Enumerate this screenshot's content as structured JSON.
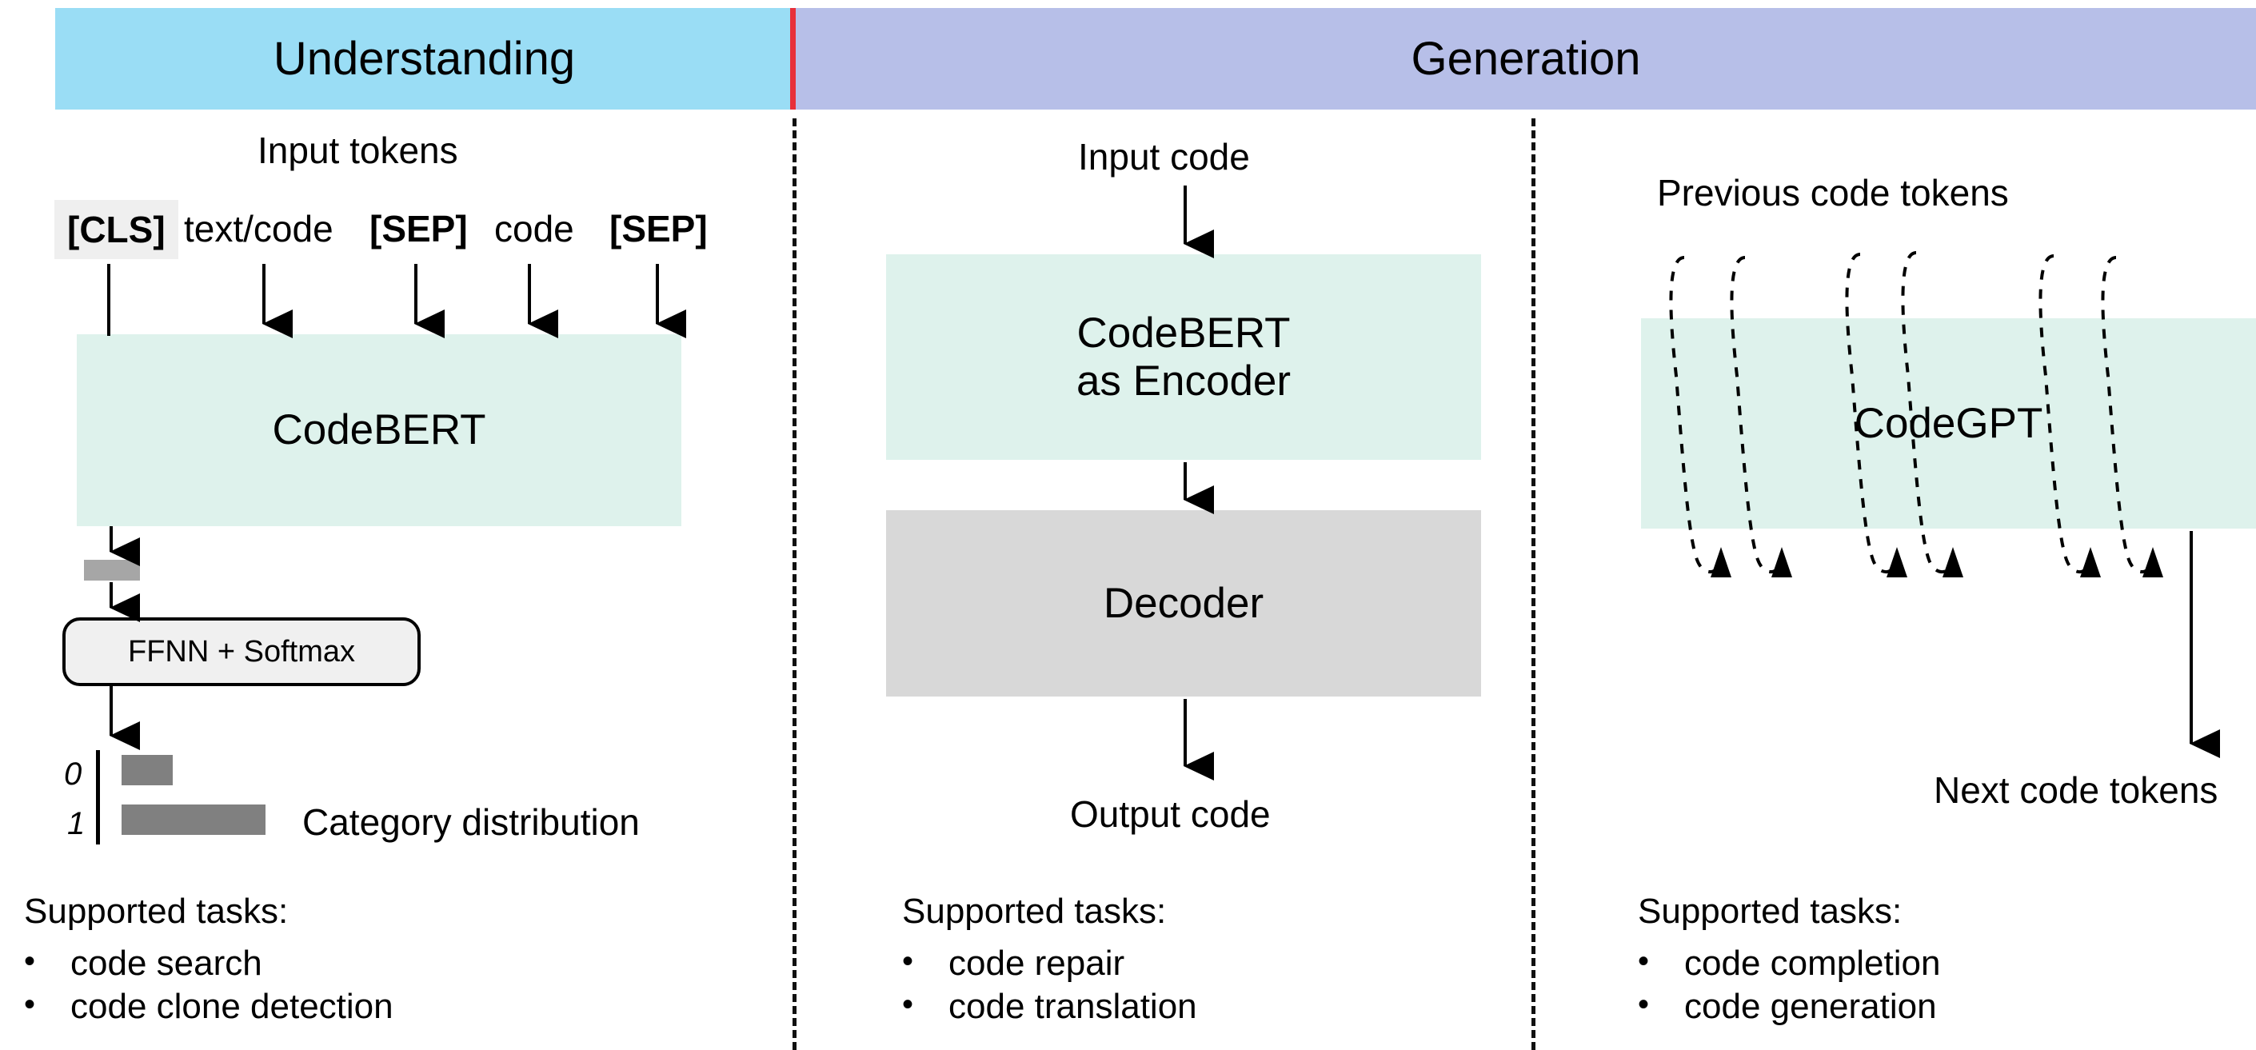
{
  "header": {
    "left_title": "Understanding",
    "right_title": "Generation",
    "left_bg": "#9addf5",
    "right_bg": "#b7bfe8",
    "divider_color": "#e8303a"
  },
  "colors": {
    "mint_box": "#def2ec",
    "gray_box": "#d8d8d8",
    "bar_gray": "#808080",
    "chip_gray": "#efefef",
    "vector_gray": "#a6a6a6"
  },
  "understanding": {
    "input_label": "Input tokens",
    "tokens": [
      {
        "text": "[CLS]",
        "bold": true,
        "chip": true
      },
      {
        "text": "text/code",
        "bold": false,
        "chip": false
      },
      {
        "text": "[SEP]",
        "bold": true,
        "chip": false
      },
      {
        "text": "code",
        "bold": false,
        "chip": false
      },
      {
        "text": "[SEP]",
        "bold": true,
        "chip": false
      }
    ],
    "model_box": "CodeBERT",
    "head_box": "FFNN + Softmax",
    "chart_caption": "Category distribution",
    "tasks": {
      "heading": "Supported tasks:",
      "bullet": "•",
      "items": [
        "code search",
        "code clone detection"
      ]
    }
  },
  "generation_seq2seq": {
    "input_label": "Input code",
    "encoder_box": "CodeBERT\nas Encoder",
    "decoder_box": "Decoder",
    "output_label": "Output code",
    "tasks": {
      "heading": "Supported tasks:",
      "bullet": "•",
      "items": [
        "code repair",
        "code translation"
      ]
    }
  },
  "generation_autoregressive": {
    "input_label": "Previous code tokens",
    "model_box": "CodeGPT",
    "output_label": "Next code tokens",
    "tasks": {
      "heading": "Supported tasks:",
      "bullet": "•",
      "items": [
        "code completion",
        "code generation"
      ]
    }
  },
  "chart_data": {
    "type": "bar",
    "orientation": "horizontal",
    "title": "Category distribution",
    "categories": [
      "0",
      "1"
    ],
    "values": [
      0.22,
      0.62
    ],
    "xlabel": "",
    "ylabel": "",
    "xlim": [
      0,
      1
    ],
    "grid": false,
    "legend": false,
    "bar_color": "#808080"
  }
}
